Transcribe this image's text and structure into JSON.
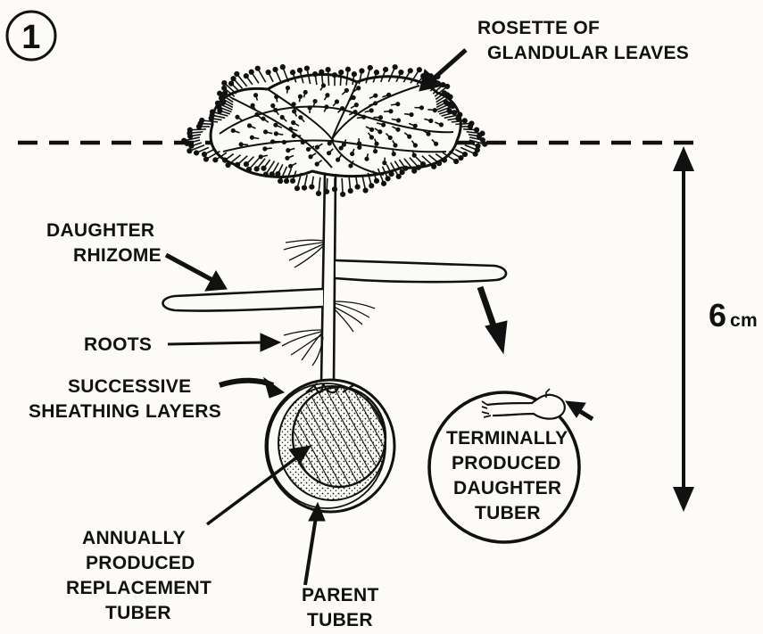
{
  "figure": {
    "number": "1",
    "labels": {
      "rosette_line1": "ROSETTE OF",
      "rosette_line2": "GLANDULAR LEAVES",
      "daughter_rhizome_line1": "DAUGHTER",
      "daughter_rhizome_line2": "RHIZOME",
      "roots": "ROOTS",
      "sheathing_line1": "SUCCESSIVE",
      "sheathing_line2": "SHEATHING LAYERS",
      "replacement_line1": "ANNUALLY",
      "replacement_line2": "PRODUCED",
      "replacement_line3": "REPLACEMENT",
      "replacement_line4": "TUBER",
      "parent_line1": "PARENT",
      "parent_line2": "TUBER",
      "terminal_line1": "TERMINALLY",
      "terminal_line2": "PRODUCED",
      "terminal_line3": "DAUGHTER",
      "terminal_line4": "TUBER",
      "scale_value": "6",
      "scale_unit": "cm"
    },
    "colors": {
      "ink": "#111111",
      "paper": "#fcfbf8"
    }
  }
}
